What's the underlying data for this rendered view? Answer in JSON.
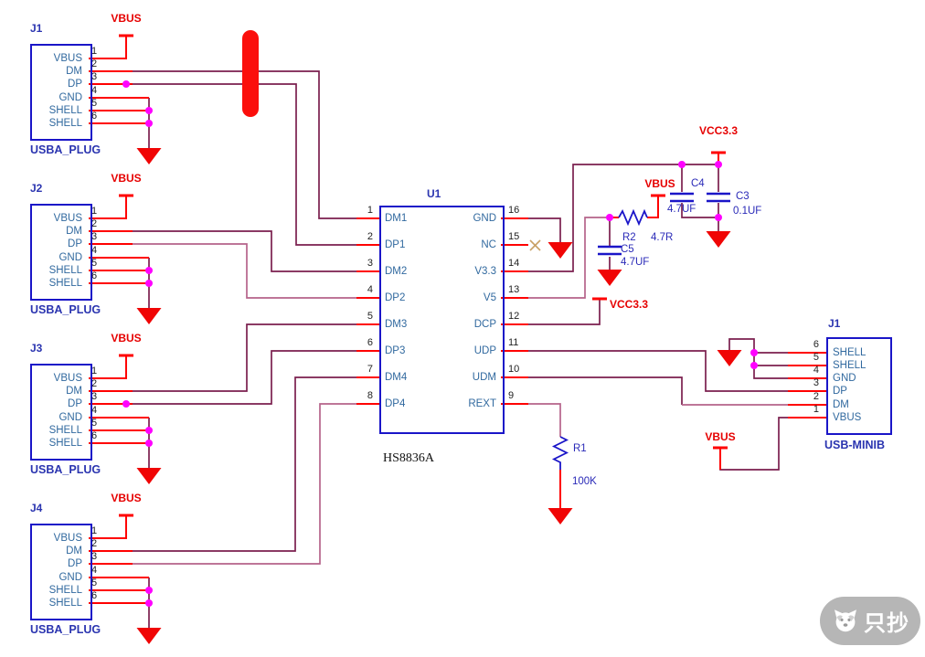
{
  "plugs": [
    {
      "ref": "J1",
      "type": "USBA_PLUG",
      "power": "VBUS",
      "pins": [
        {
          "n": "1",
          "name": "VBUS"
        },
        {
          "n": "2",
          "name": "DM"
        },
        {
          "n": "3",
          "name": "DP"
        },
        {
          "n": "4",
          "name": "GND"
        },
        {
          "n": "5",
          "name": "SHELL"
        },
        {
          "n": "6",
          "name": "SHELL"
        }
      ]
    },
    {
      "ref": "J2",
      "type": "USBA_PLUG",
      "power": "VBUS",
      "pins": [
        {
          "n": "1",
          "name": "VBUS"
        },
        {
          "n": "2",
          "name": "DM"
        },
        {
          "n": "3",
          "name": "DP"
        },
        {
          "n": "4",
          "name": "GND"
        },
        {
          "n": "5",
          "name": "SHELL"
        },
        {
          "n": "6",
          "name": "SHELL"
        }
      ]
    },
    {
      "ref": "J3",
      "type": "USBA_PLUG",
      "power": "VBUS",
      "pins": [
        {
          "n": "1",
          "name": "VBUS"
        },
        {
          "n": "2",
          "name": "DM"
        },
        {
          "n": "3",
          "name": "DP"
        },
        {
          "n": "4",
          "name": "GND"
        },
        {
          "n": "5",
          "name": "SHELL"
        },
        {
          "n": "6",
          "name": "SHELL"
        }
      ]
    },
    {
      "ref": "J4",
      "type": "USBA_PLUG",
      "power": "VBUS",
      "pins": [
        {
          "n": "1",
          "name": "VBUS"
        },
        {
          "n": "2",
          "name": "DM"
        },
        {
          "n": "3",
          "name": "DP"
        },
        {
          "n": "4",
          "name": "GND"
        },
        {
          "n": "5",
          "name": "SHELL"
        },
        {
          "n": "6",
          "name": "SHELL"
        }
      ]
    }
  ],
  "chip": {
    "ref": "U1",
    "part": "HS8836A",
    "left": [
      {
        "n": "1",
        "name": "DM1"
      },
      {
        "n": "2",
        "name": "DP1"
      },
      {
        "n": "3",
        "name": "DM2"
      },
      {
        "n": "4",
        "name": "DP2"
      },
      {
        "n": "5",
        "name": "DM3"
      },
      {
        "n": "6",
        "name": "DP3"
      },
      {
        "n": "7",
        "name": "DM4"
      },
      {
        "n": "8",
        "name": "DP4"
      }
    ],
    "right": [
      {
        "n": "16",
        "name": "GND"
      },
      {
        "n": "15",
        "name": "NC"
      },
      {
        "n": "14",
        "name": "V3.3"
      },
      {
        "n": "13",
        "name": "V5"
      },
      {
        "n": "12",
        "name": "DCP"
      },
      {
        "n": "11",
        "name": "UDP"
      },
      {
        "n": "10",
        "name": "UDM"
      },
      {
        "n": "9",
        "name": "REXT"
      }
    ]
  },
  "mini": {
    "ref": "J1",
    "type": "USB-MINIB",
    "power": "VBUS",
    "pins": [
      {
        "n": "6",
        "name": "SHELL"
      },
      {
        "n": "5",
        "name": "SHELL"
      },
      {
        "n": "4",
        "name": "GND"
      },
      {
        "n": "3",
        "name": "DP"
      },
      {
        "n": "2",
        "name": "DM"
      },
      {
        "n": "1",
        "name": "VBUS"
      }
    ]
  },
  "parts": {
    "r1": {
      "ref": "R1",
      "value": "100K"
    },
    "r2": {
      "ref": "R2",
      "value": "4.7R"
    },
    "c3": {
      "ref": "C3",
      "value": "0.1UF"
    },
    "c4": {
      "ref": "C4",
      "value": "4.7UF"
    },
    "c5": {
      "ref": "C5",
      "value": "4.7UF"
    }
  },
  "nets": {
    "vcc": "VCC3.3",
    "vbus": "VBUS"
  },
  "watermark": {
    "text": "只抄"
  },
  "colors": {
    "wire": "#7b1f4e",
    "wire_alt": "#b5638a",
    "stub": "#ff0000",
    "component_blue": "#1a15c8",
    "junction": "#ff00ff",
    "power_red": "#e60000"
  }
}
